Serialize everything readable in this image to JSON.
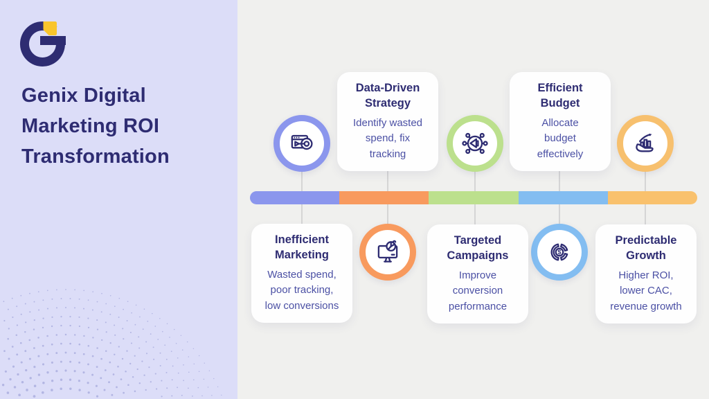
{
  "theme": {
    "sidebarBg": "#dcddf8",
    "canvasBg": "#f0f0ee",
    "navy": "#2e2c72",
    "bodyText": "#4b50a4",
    "cardBg": "#fefefe",
    "connector": "#d5d5d5",
    "dot": "#b3b6e3",
    "logoYellow": "#f9c52c"
  },
  "sidebar": {
    "title": "Genix Digital Marketing ROI Transformation",
    "title_lines": [
      "Genix Digital",
      "Marketing ROI",
      "Transformation"
    ],
    "logo_mark": "G"
  },
  "timeline": {
    "bar_colors": [
      "#8b96ed",
      "#f89a5e",
      "#bce08d",
      "#83bdf1",
      "#f9c16d"
    ],
    "steps": [
      {
        "title": "Inefficient\nMarketing",
        "description": "Wasted spend,\npoor tracking,\nlow conversions",
        "icon": "browser-target-icon",
        "ring_color": "#8b96ed",
        "icon_position": "top",
        "card_position": "bottom"
      },
      {
        "title": "Data-Driven\nStrategy",
        "description": "Identify wasted\nspend, fix\ntracking",
        "icon": "monitor-pie-chart-icon",
        "ring_color": "#f89a5e",
        "icon_position": "bottom",
        "card_position": "top"
      },
      {
        "title": "Targeted\nCampaigns",
        "description": "Improve\nconversion\nperformance",
        "icon": "megaphone-network-icon",
        "ring_color": "#bce08d",
        "icon_position": "top",
        "card_position": "bottom"
      },
      {
        "title": "Efficient\nBudget",
        "description": "Allocate\nbudget\neffectively",
        "icon": "donut-dollar-icon",
        "ring_color": "#83bdf1",
        "icon_position": "bottom",
        "card_position": "top"
      },
      {
        "title": "Predictable\nGrowth",
        "description": "Higher ROI,\nlower CAC,\nrevenue growth",
        "icon": "growth-hand-icon",
        "ring_color": "#f7c06e",
        "icon_position": "top",
        "card_position": "bottom"
      }
    ]
  }
}
